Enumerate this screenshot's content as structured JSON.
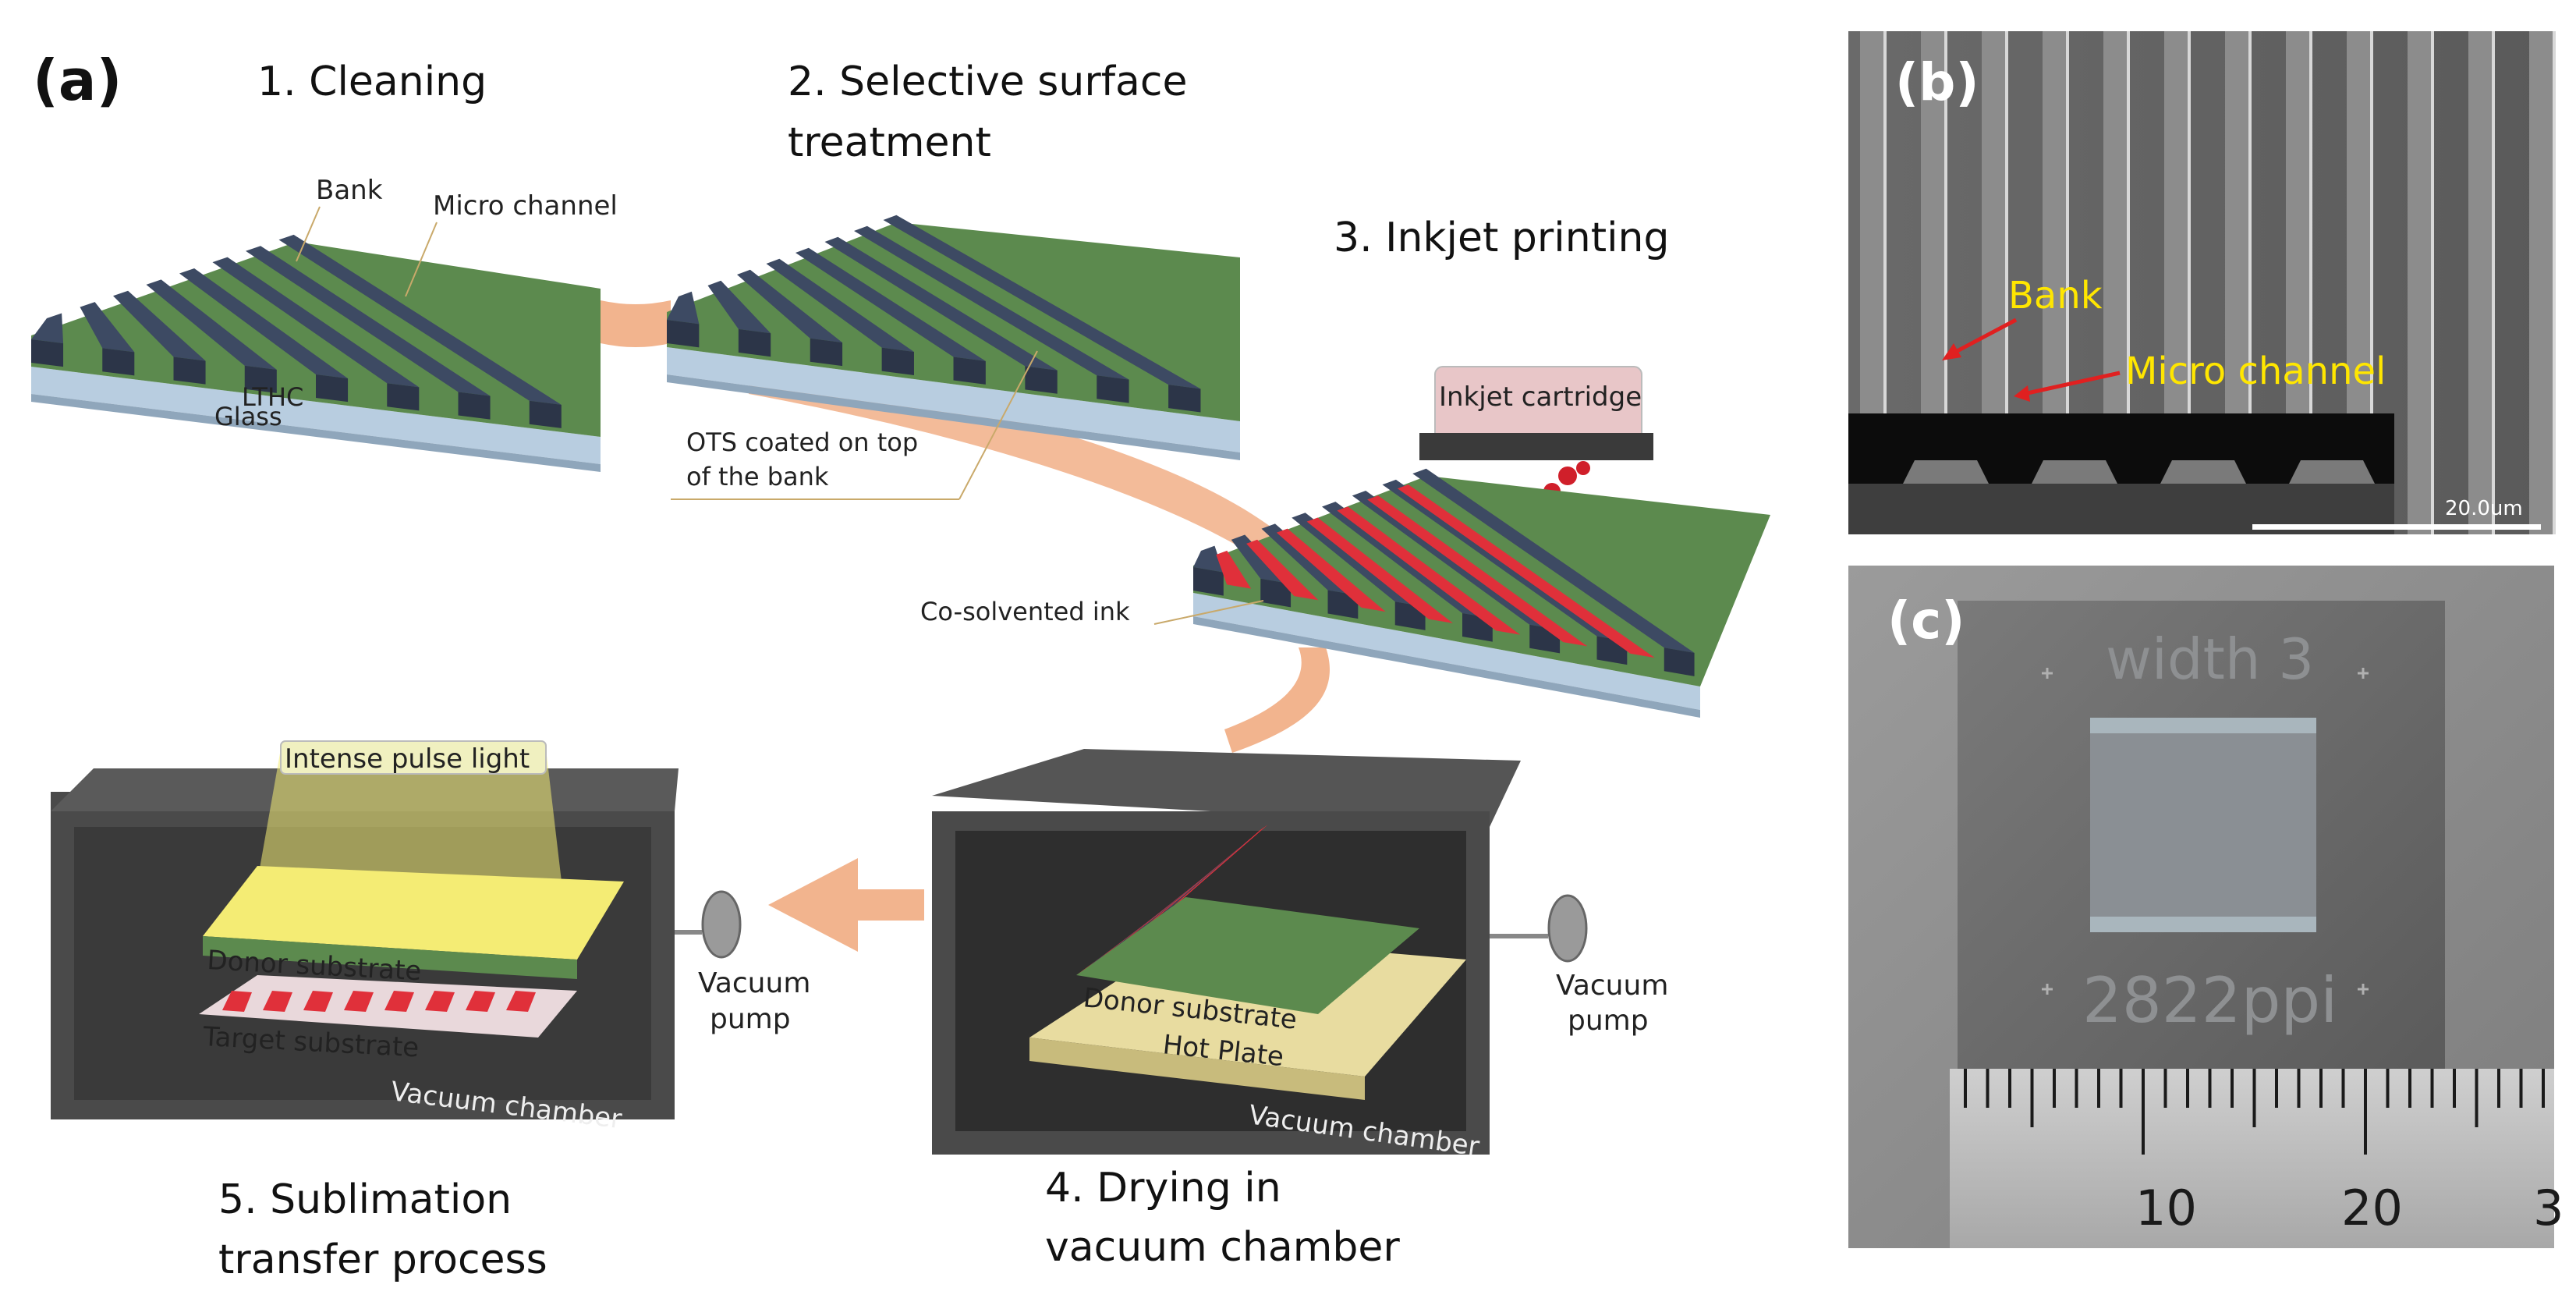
{
  "panels": {
    "a": {
      "label": "(a)",
      "steps": {
        "s1": "1. Cleaning",
        "s2_line1": "2. Selective surface",
        "s2_line2": "treatment",
        "s3": "3. Inkjet printing",
        "s4_line1": "4. Drying in",
        "s4_line2": "vacuum chamber",
        "s5_line1": "5. Sublimation",
        "s5_line2": "transfer process"
      },
      "labels": {
        "bank": "Bank",
        "micro_channel": "Micro channel",
        "lthc": "LTHC",
        "glass": "Glass",
        "ots_line1": "OTS coated on top",
        "ots_line2": "of the bank",
        "inkjet_cartridge": "Inkjet cartridge",
        "co_solvented_ink": "Co-solvented ink",
        "intense_pulse_light": "Intense pulse light",
        "donor_substrate": "Donor substrate",
        "target_substrate": "Target substrate",
        "vacuum_chamber": "Vacuum chamber",
        "vacuum": "Vacuum",
        "pump": "pump",
        "hot_plate": "Hot Plate"
      }
    },
    "b": {
      "label": "(b)",
      "bank": "Bank",
      "micro_channel": "Micro channel",
      "scale_bar": "20.0um"
    },
    "c": {
      "label": "(c)",
      "top_text": "width 3",
      "bottom_text": "2822ppi",
      "ruler_10": "10",
      "ruler_20": "20",
      "ruler_edge": "3"
    }
  },
  "colors": {
    "bank": "#3d4a63",
    "lthc": "#5c8a4e",
    "glass": "#b8cde0",
    "ink": "#e0303a",
    "arrow": "#f2b48e",
    "chamber": "#4a4a4a",
    "ipl_yellow": "#f4ec74",
    "hot_plate": "#e8dca0",
    "sem_label": "#ffe600"
  }
}
